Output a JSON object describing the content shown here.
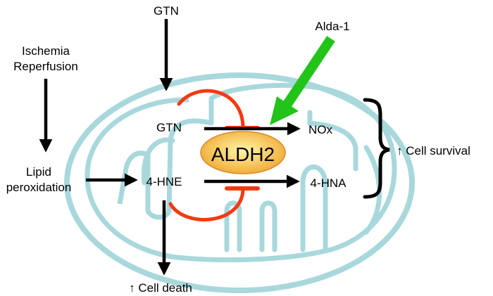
{
  "labels": {
    "gtn_top": "GTN",
    "alda1": "Alda-1",
    "ischemia_1": "Ischemia",
    "ischemia_2": "Reperfusion",
    "lipid_1": "Lipid",
    "lipid_2": "peroxidation",
    "gtn_inner": "GTN",
    "nox": "NOx",
    "aldh2": "ALDH2",
    "hne": "4-HNE",
    "hna": "4-HNA",
    "cell_survival": "↑ Cell survival",
    "cell_death": "↑ Cell death"
  },
  "colors": {
    "mitochondria": "#a8d8dc",
    "inhibition": "#f23a12",
    "activator": "#22c41a",
    "aldh2_fill_center": "#fff6a8",
    "aldh2_fill_edge": "#f0a62e",
    "aldh2_stroke": "#d8892a",
    "arrow": "#000000"
  }
}
